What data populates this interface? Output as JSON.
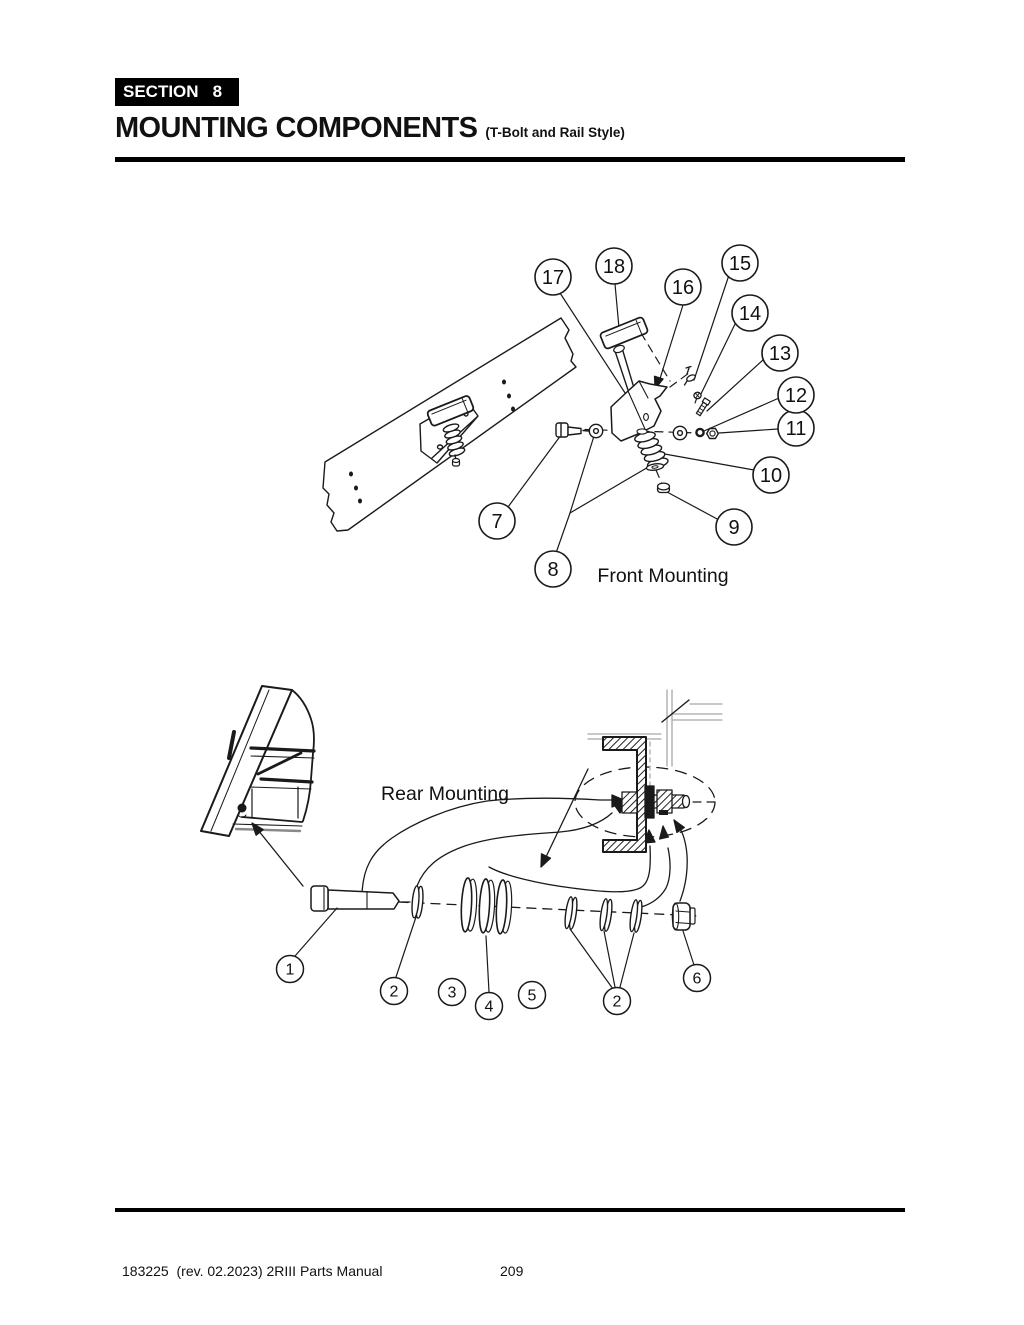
{
  "header": {
    "section_word": "SECTION",
    "section_number": "8",
    "title": "MOUNTING COMPONENTS",
    "subtitle": "(T-Bolt and Rail Style)"
  },
  "fig_front": {
    "caption": "Front Mounting",
    "callouts": {
      "n7": "7",
      "n8": "8",
      "n9": "9",
      "n10": "10",
      "n11": "11",
      "n12": "12",
      "n13": "13",
      "n14": "14",
      "n15": "15",
      "n16": "16",
      "n17": "17",
      "n18": "18"
    }
  },
  "fig_rear": {
    "caption": "Rear Mounting",
    "callouts": {
      "n1": "1",
      "n2a": "2",
      "n3": "3",
      "n4": "4",
      "n5": "5",
      "n2b": "2",
      "n6": "6"
    }
  },
  "footer": {
    "doc_info": "183225  (rev. 02.2023) 2RIII Parts Manual",
    "page_number": "209"
  }
}
